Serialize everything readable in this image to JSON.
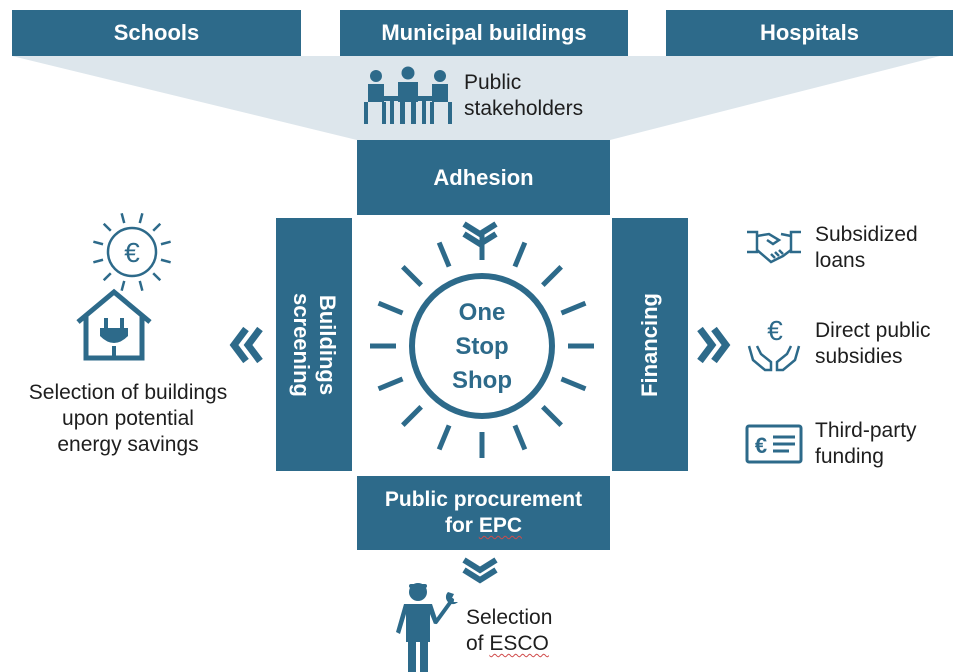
{
  "top_categories": [
    "Schools",
    "Municipal buildings",
    "Hospitals"
  ],
  "stakeholders": {
    "line1": "Public",
    "line2": "stakeholders",
    "icon": "meeting-people-icon"
  },
  "center": {
    "line1": "One",
    "line2": "Stop",
    "line3": "Shop",
    "icon": "sun-icon"
  },
  "boxes": {
    "adhesion": "Adhesion",
    "screening_line1": "Buildings",
    "screening_line2": "screening",
    "financing": "Financing",
    "procurement_line1": "Public procurement",
    "procurement_line2_prefix": "for ",
    "procurement_line2_word": "EPC"
  },
  "left": {
    "line1": "Selection of buildings",
    "line2": "upon potential",
    "line3": "energy savings",
    "icon": "house-plug-euro-sun-icon"
  },
  "right": {
    "items": [
      {
        "line1": "Subsidized",
        "line2": "loans",
        "icon": "handshake-icon"
      },
      {
        "line1": "Direct public",
        "line2": "subsidies",
        "icon": "euro-hands-icon"
      },
      {
        "line1": "Third-party",
        "line2": "funding",
        "icon": "euro-card-icon"
      }
    ]
  },
  "bottom": {
    "line1": "Selection",
    "line2_prefix": "of ",
    "line2_word": "ESCO",
    "icon": "worker-wrench-icon"
  },
  "colors": {
    "primary": "#2d6a8a",
    "funnel": "#dde6ec",
    "text": "#1e1e1e"
  }
}
